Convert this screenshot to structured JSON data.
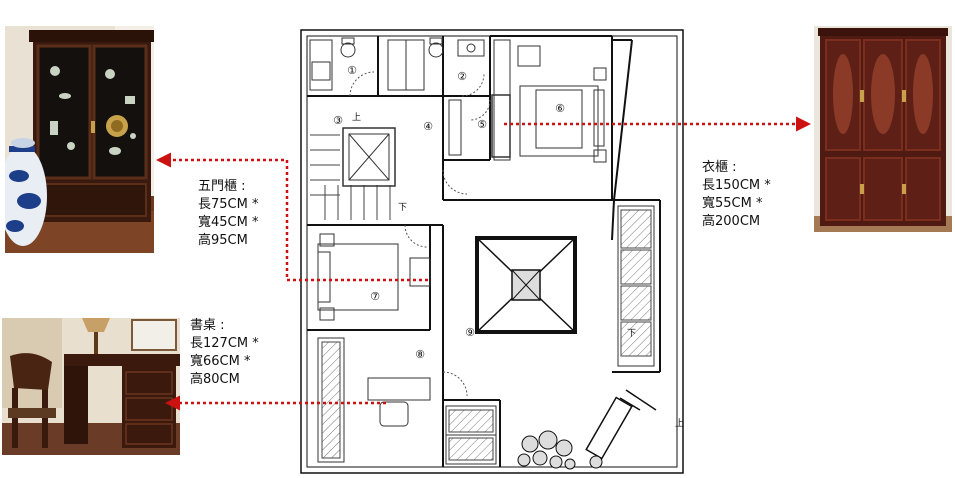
{
  "annotations": {
    "cabinet": {
      "title": "五門櫃 :",
      "length": "長75CM *",
      "width": "寬45CM *",
      "height": "高95CM"
    },
    "desk": {
      "title": "書桌 :",
      "length": "長127CM *",
      "width": "寬66CM *",
      "height": "高80CM"
    },
    "wardrobe": {
      "title": "衣櫃 :",
      "length": "長150CM *",
      "width": "寬55CM *",
      "height": "高200CM"
    }
  },
  "room_numbers": [
    "①",
    "②",
    "③",
    "④",
    "⑤",
    "⑥",
    "⑦",
    "⑧",
    "⑨"
  ],
  "plan_marks": {
    "up": "上",
    "down": "下"
  },
  "colors": {
    "leader_line": "#cc1111",
    "wall": "#111111",
    "wood_dark": "#3b1d10",
    "wood_red": "#6b2417"
  }
}
